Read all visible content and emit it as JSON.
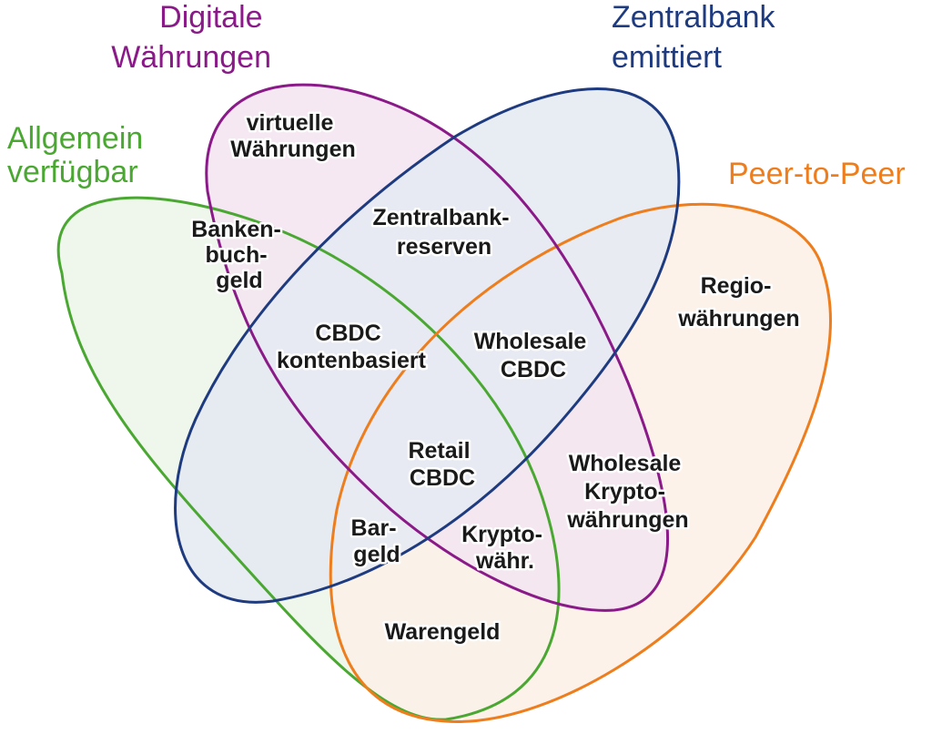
{
  "sets": [
    {
      "id": "allgemein",
      "title_lines": [
        "Allgemein",
        "verfügbar"
      ],
      "stroke": "#4aa832",
      "fill": "#edf6ea"
    },
    {
      "id": "digital",
      "title_lines": [
        "Digitale",
        "Währungen"
      ],
      "stroke": "#8b1a89",
      "fill": "#f4e6f1"
    },
    {
      "id": "zentralbank",
      "title_lines": [
        "Zentralbank",
        "emittiert"
      ],
      "stroke": "#1f3b80",
      "fill": "#e6eaf2"
    },
    {
      "id": "p2p",
      "title_lines": [
        "Peer-to-Peer"
      ],
      "stroke": "#ee7d1d",
      "fill": "#fcf1e8"
    }
  ],
  "regions": [
    {
      "id": "virtuelle",
      "lines": [
        "virtuelle",
        "Währungen"
      ]
    },
    {
      "id": "bankenbuchgeld",
      "lines": [
        "Banken-",
        "buch-",
        "geld"
      ]
    },
    {
      "id": "zb-reserven",
      "lines": [
        "Zentralbank-",
        "reserven"
      ]
    },
    {
      "id": "cbdc-konten",
      "lines": [
        "CBDC",
        "kontenbasiert"
      ]
    },
    {
      "id": "wholesale-cbdc",
      "lines": [
        "Wholesale",
        "CBDC"
      ]
    },
    {
      "id": "regio",
      "lines": [
        "Regio-",
        "währungen"
      ]
    },
    {
      "id": "retail-cbdc",
      "lines": [
        "Retail",
        "CBDC"
      ]
    },
    {
      "id": "wholesale-krypto",
      "lines": [
        "Wholesale",
        "Krypto-",
        "währungen"
      ]
    },
    {
      "id": "bargeld",
      "lines": [
        "Bar-",
        "geld"
      ]
    },
    {
      "id": "krypto",
      "lines": [
        "Krypto-",
        "währ."
      ]
    },
    {
      "id": "warengeld",
      "lines": [
        "Warengeld"
      ]
    }
  ]
}
